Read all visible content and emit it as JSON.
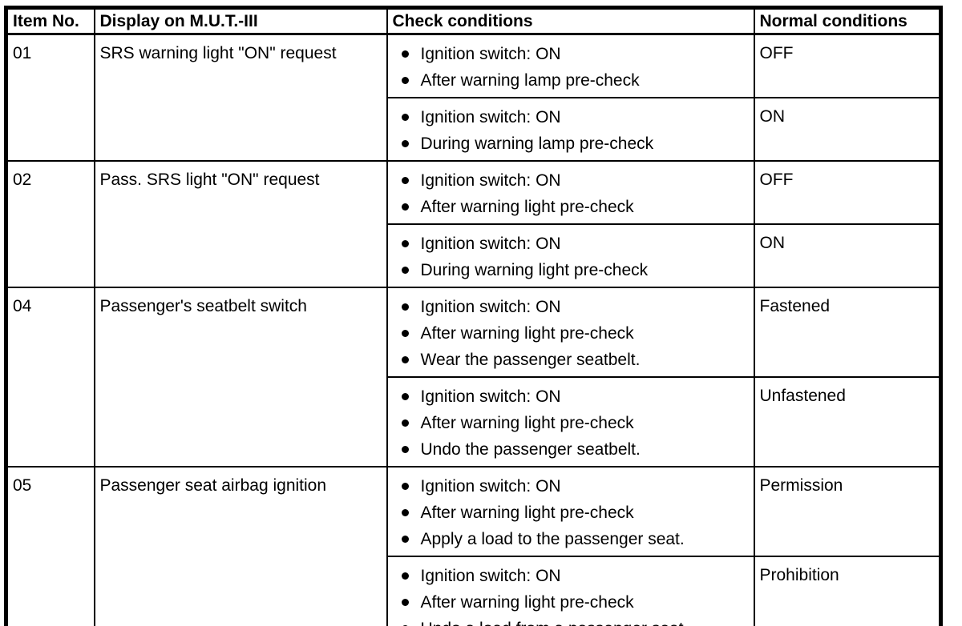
{
  "header": {
    "item_no": "Item No.",
    "display": "Display on M.U.T.-III",
    "check": "Check conditions",
    "normal": "Normal conditions"
  },
  "rows": [
    {
      "item_no": "01",
      "display": "SRS warning light \"ON\" request",
      "subs": [
        {
          "checks": [
            "Ignition switch: ON",
            "After warning lamp pre-check"
          ],
          "normal": "OFF"
        },
        {
          "checks": [
            "Ignition switch: ON",
            "During warning lamp pre-check"
          ],
          "normal": "ON"
        }
      ]
    },
    {
      "item_no": "02",
      "display": "Pass. SRS light \"ON\" request",
      "subs": [
        {
          "checks": [
            "Ignition switch: ON",
            "After warning light pre-check"
          ],
          "normal": "OFF"
        },
        {
          "checks": [
            "Ignition switch: ON",
            "During warning light pre-check"
          ],
          "normal": "ON"
        }
      ]
    },
    {
      "item_no": "04",
      "display": "Passenger's seatbelt switch",
      "subs": [
        {
          "checks": [
            "Ignition switch: ON",
            "After warning light pre-check",
            "Wear the passenger seatbelt."
          ],
          "normal": "Fastened"
        },
        {
          "checks": [
            "Ignition switch: ON",
            "After warning light pre-check",
            "Undo the passenger seatbelt."
          ],
          "normal": "Unfastened"
        }
      ]
    },
    {
      "item_no": "05",
      "display": "Passenger seat airbag ignition",
      "subs": [
        {
          "checks": [
            "Ignition switch: ON",
            "After warning light pre-check",
            "Apply a load to the passenger seat."
          ],
          "normal": "Permission"
        },
        {
          "checks": [
            "Ignition switch: ON",
            "After warning light pre-check",
            "Undo a load from a passenger seat."
          ],
          "normal": "Prohibition"
        }
      ]
    }
  ]
}
